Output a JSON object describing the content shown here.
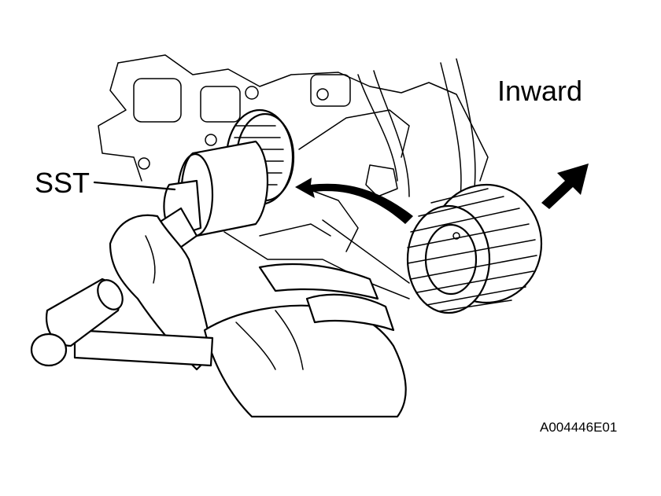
{
  "labels": {
    "inward": "Inward",
    "sst": "SST",
    "figure_code": "A004446E01"
  },
  "colors": {
    "line": "#000000",
    "background": "#ffffff"
  },
  "icons": {
    "direction": "arrow-up-right-icon",
    "insertion": "curved-arrow-icon"
  }
}
